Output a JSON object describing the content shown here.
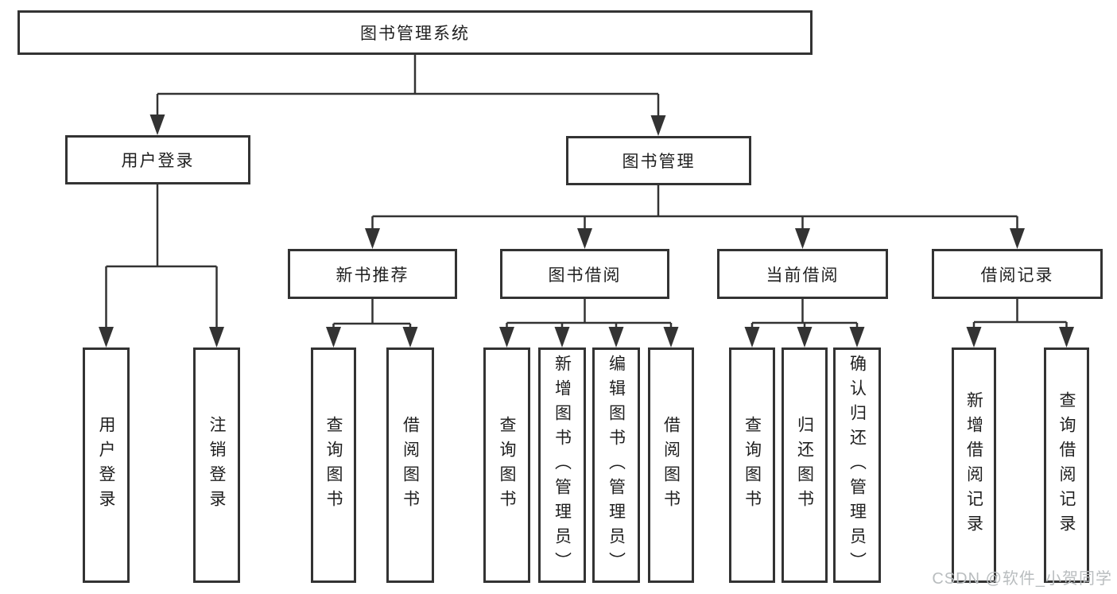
{
  "diagram": {
    "root": {
      "label": "图书管理系统"
    },
    "branches": [
      {
        "label": "用户登录",
        "children": [
          {
            "label": "用户登录"
          },
          {
            "label": "注销登录"
          }
        ]
      },
      {
        "label": "图书管理",
        "children": [
          {
            "label": "新书推荐",
            "children": [
              {
                "label": "查询图书"
              },
              {
                "label": "借阅图书"
              }
            ]
          },
          {
            "label": "图书借阅",
            "children": [
              {
                "label": "查询图书"
              },
              {
                "label": "新增图书（管理员）"
              },
              {
                "label": "编辑图书（管理员）"
              },
              {
                "label": "借阅图书"
              }
            ]
          },
          {
            "label": "当前借阅",
            "children": [
              {
                "label": "查询图书"
              },
              {
                "label": "归还图书"
              },
              {
                "label": "确认归还（管理员）"
              }
            ]
          },
          {
            "label": "借阅记录",
            "children": [
              {
                "label": "新增借阅记录"
              },
              {
                "label": "查询借阅记录"
              }
            ]
          }
        ]
      }
    ],
    "watermark": "CSDN @软件_小贺同学",
    "colors": {
      "line": "#333333",
      "box_border": "#333333",
      "text": "#1f1f1f",
      "watermark": "#b9bdbf",
      "background": "#ffffff"
    }
  }
}
